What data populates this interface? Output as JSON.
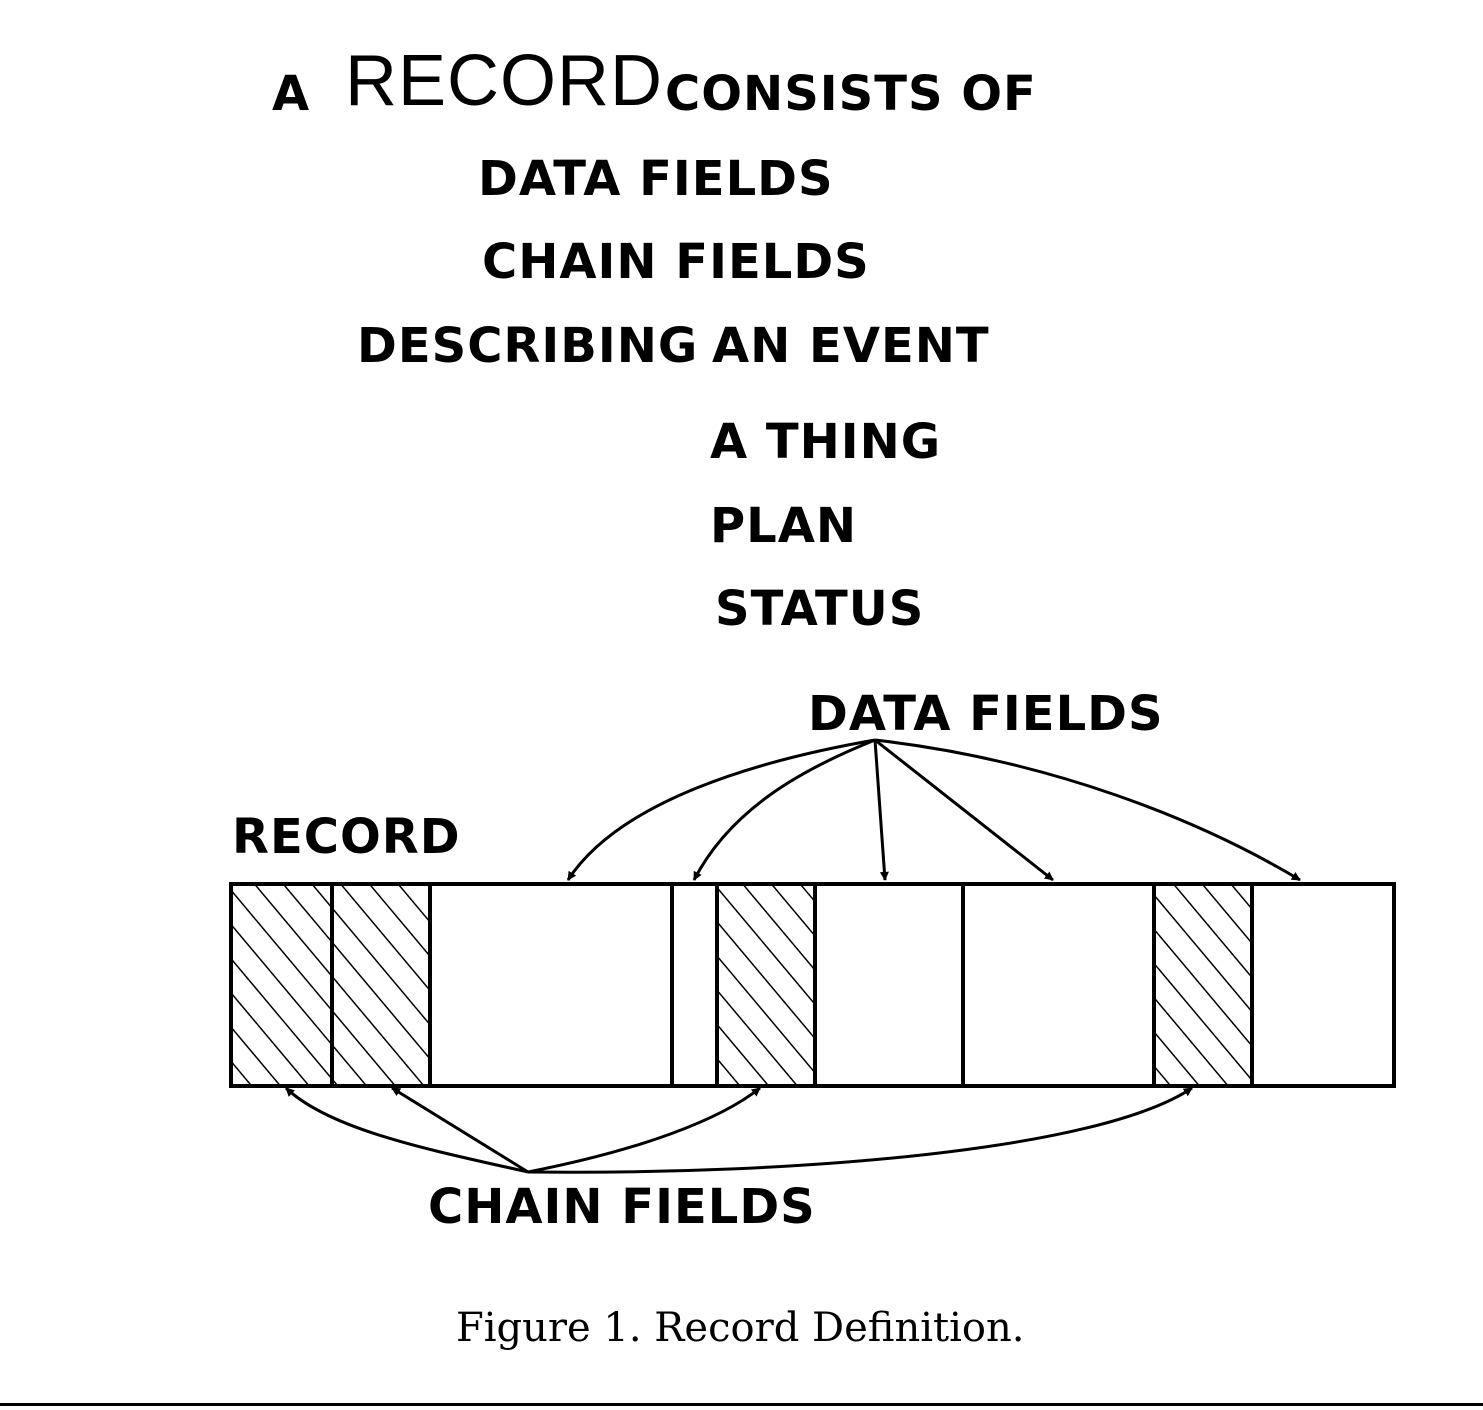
{
  "heading": {
    "line1_a": "A",
    "line1_record": "RECORD",
    "line1_rest": "CONSISTS OF",
    "items": [
      "DATA FIELDS",
      "CHAIN FIELDS"
    ],
    "describing": "DESCRIBING",
    "subjects": [
      "AN EVENT",
      "A THING",
      "PLAN",
      "STATUS"
    ]
  },
  "diagram": {
    "record_label": "RECORD",
    "data_fields_label": "DATA FIELDS",
    "chain_fields_label": "CHAIN FIELDS",
    "cells": [
      {
        "type": "chain"
      },
      {
        "type": "chain"
      },
      {
        "type": "data"
      },
      {
        "type": "data"
      },
      {
        "type": "chain"
      },
      {
        "type": "data"
      },
      {
        "type": "data"
      },
      {
        "type": "chain"
      },
      {
        "type": "data"
      }
    ]
  },
  "caption": "Figure 1.  Record Definition."
}
